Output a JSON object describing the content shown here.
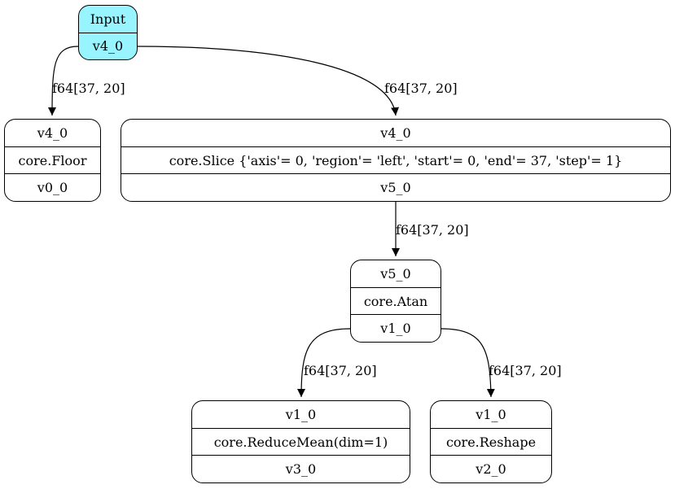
{
  "colors": {
    "input_fill": "#98f5ff",
    "node_fill": "#ffffff",
    "stroke": "#000000"
  },
  "nodes": {
    "input": {
      "title": "Input",
      "out": "v4_0"
    },
    "floor": {
      "in": "v4_0",
      "op": "core.Floor",
      "out": "v0_0"
    },
    "slice": {
      "in": "v4_0",
      "op": "core.Slice {'axis'= 0, 'region'= 'left', 'start'= 0, 'end'= 37, 'step'= 1}",
      "out": "v5_0"
    },
    "atan": {
      "in": "v5_0",
      "op": "core.Atan",
      "out": "v1_0"
    },
    "reduce": {
      "in": "v1_0",
      "op": "core.ReduceMean(dim=1)",
      "out": "v3_0"
    },
    "reshape": {
      "in": "v1_0",
      "op": "core.Reshape",
      "out": "v2_0"
    }
  },
  "edges": [
    {
      "from": "input",
      "to": "floor",
      "label": "f64[37, 20]"
    },
    {
      "from": "input",
      "to": "slice",
      "label": "f64[37, 20]"
    },
    {
      "from": "slice",
      "to": "atan",
      "label": "f64[37, 20]"
    },
    {
      "from": "atan",
      "to": "reduce",
      "label": "f64[37, 20]"
    },
    {
      "from": "atan",
      "to": "reshape",
      "label": "f64[37, 20]"
    }
  ]
}
